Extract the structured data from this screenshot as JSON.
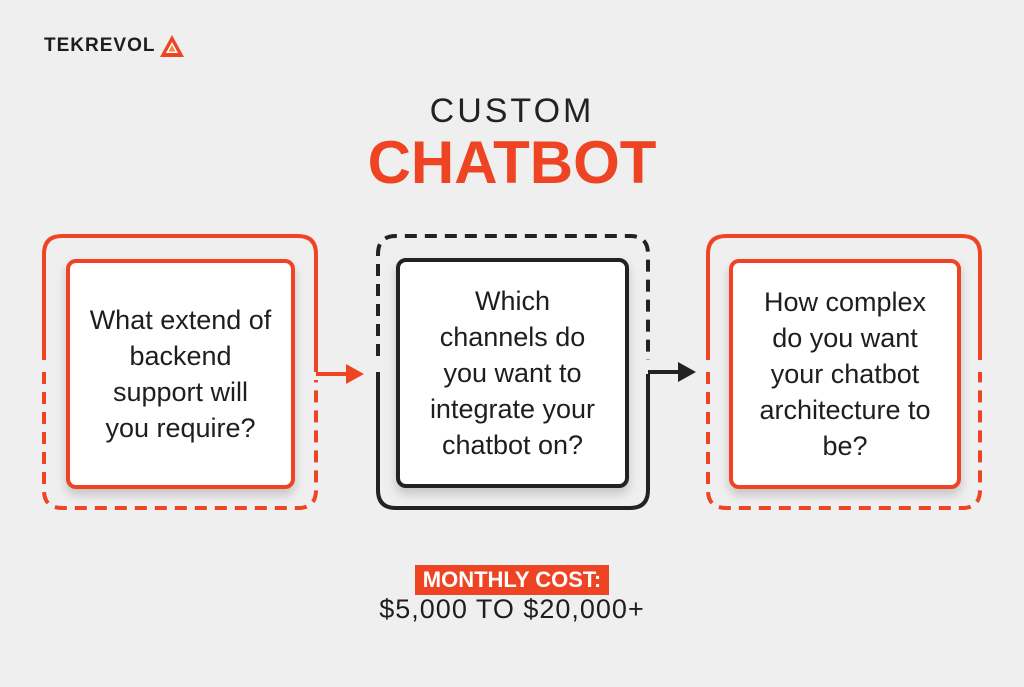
{
  "brand": {
    "name": "TEKREVOL",
    "logo_icon": "triangle-logo-icon",
    "accent_color": "#ee4424",
    "dark_color": "#222222"
  },
  "heading": {
    "line1": "CUSTOM",
    "line2": "CHATBOT"
  },
  "steps": [
    {
      "text": "What extend of backend support will you require?",
      "border": "solid",
      "color": "#ee4424",
      "frame": "solid-top dashed-bottom"
    },
    {
      "text": "Which channels do you want to integrate your chatbot on?",
      "border": "solid",
      "color": "#222222",
      "frame": "dashed-top solid-bottom"
    },
    {
      "text": "How complex do you want your chatbot architecture to be?",
      "border": "solid",
      "color": "#ee4424",
      "frame": "solid-top dashed-bottom"
    }
  ],
  "cost": {
    "label": "MONTHLY COST:",
    "value": "$5,000 TO $20,000+"
  }
}
